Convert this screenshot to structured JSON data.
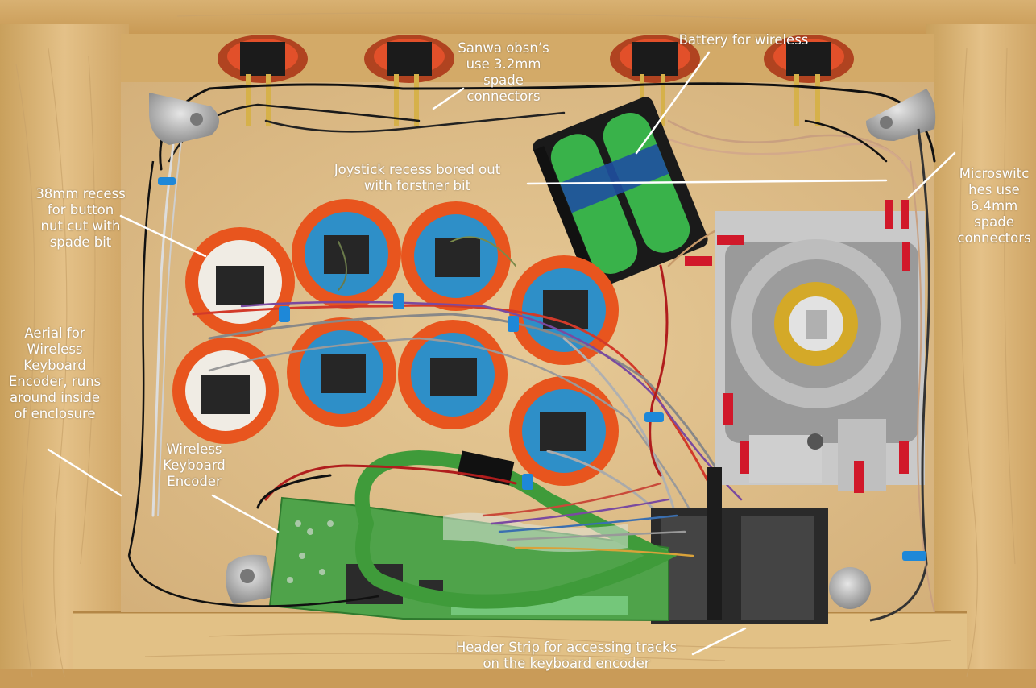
{
  "annotations": {
    "sanwa": "Sanwa obsn’s\nuse 3.2mm\nspade\nconnectors",
    "battery": "Battery for wireless",
    "joystick_recess": "Joystick recess bored out\nwith forstner bit",
    "microswitches": "Microswitc\nhes use\n6.4mm\nspade\nconnectors",
    "button_recess": "38mm recess\nfor button\nnut cut with\nspade bit",
    "aerial": "Aerial for\nWireless\nKeyboard\nEncoder, runs\naround inside\nof enclosure",
    "encoder": "Wireless\nKeyboard\nEncoder",
    "header_strip": "Header Strip for accessing tracks\non the keyboard encoder"
  },
  "colors": {
    "wood_frame": "#dcb77a",
    "wood_base": "#dcbd86",
    "button_ring": "#e8551e",
    "button_blue": "#2e8fc8",
    "button_white": "#f0ece4",
    "pcb_green": "#4fa34a",
    "tube_green": "#3f9b3a",
    "battery_green": "#39b24a",
    "annotation_text": "#ffffff"
  }
}
